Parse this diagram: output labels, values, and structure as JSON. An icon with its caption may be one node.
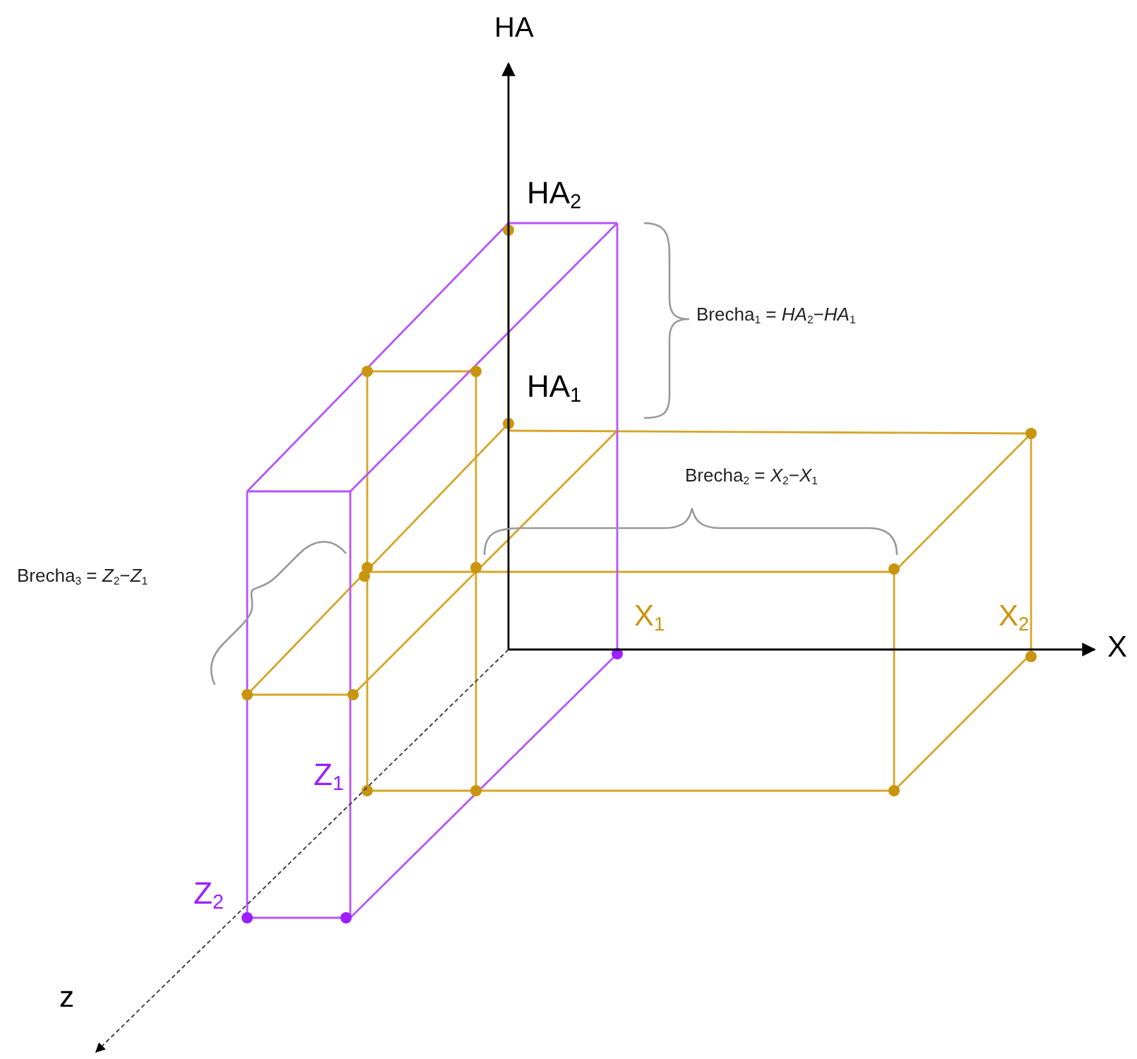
{
  "diagram": {
    "labels": [
      "HA",
      "HA$_{2}$",
      "HA$_{1}$",
      "Brecha$_{1}$ = *HA*$_{2}$−*HA*$_{1}$",
      "Brecha$_{2}$ = *X*$_{2}$−*X*$_{1}$",
      "Brecha$_{3}$ = *Z*$_{2}$−*Z*$_{1}$",
      "X$_{1}$",
      "X$_{2}$",
      "X",
      "Z$_{1}$",
      "Z$_{2}$",
      "z"
    ]
  }
}
